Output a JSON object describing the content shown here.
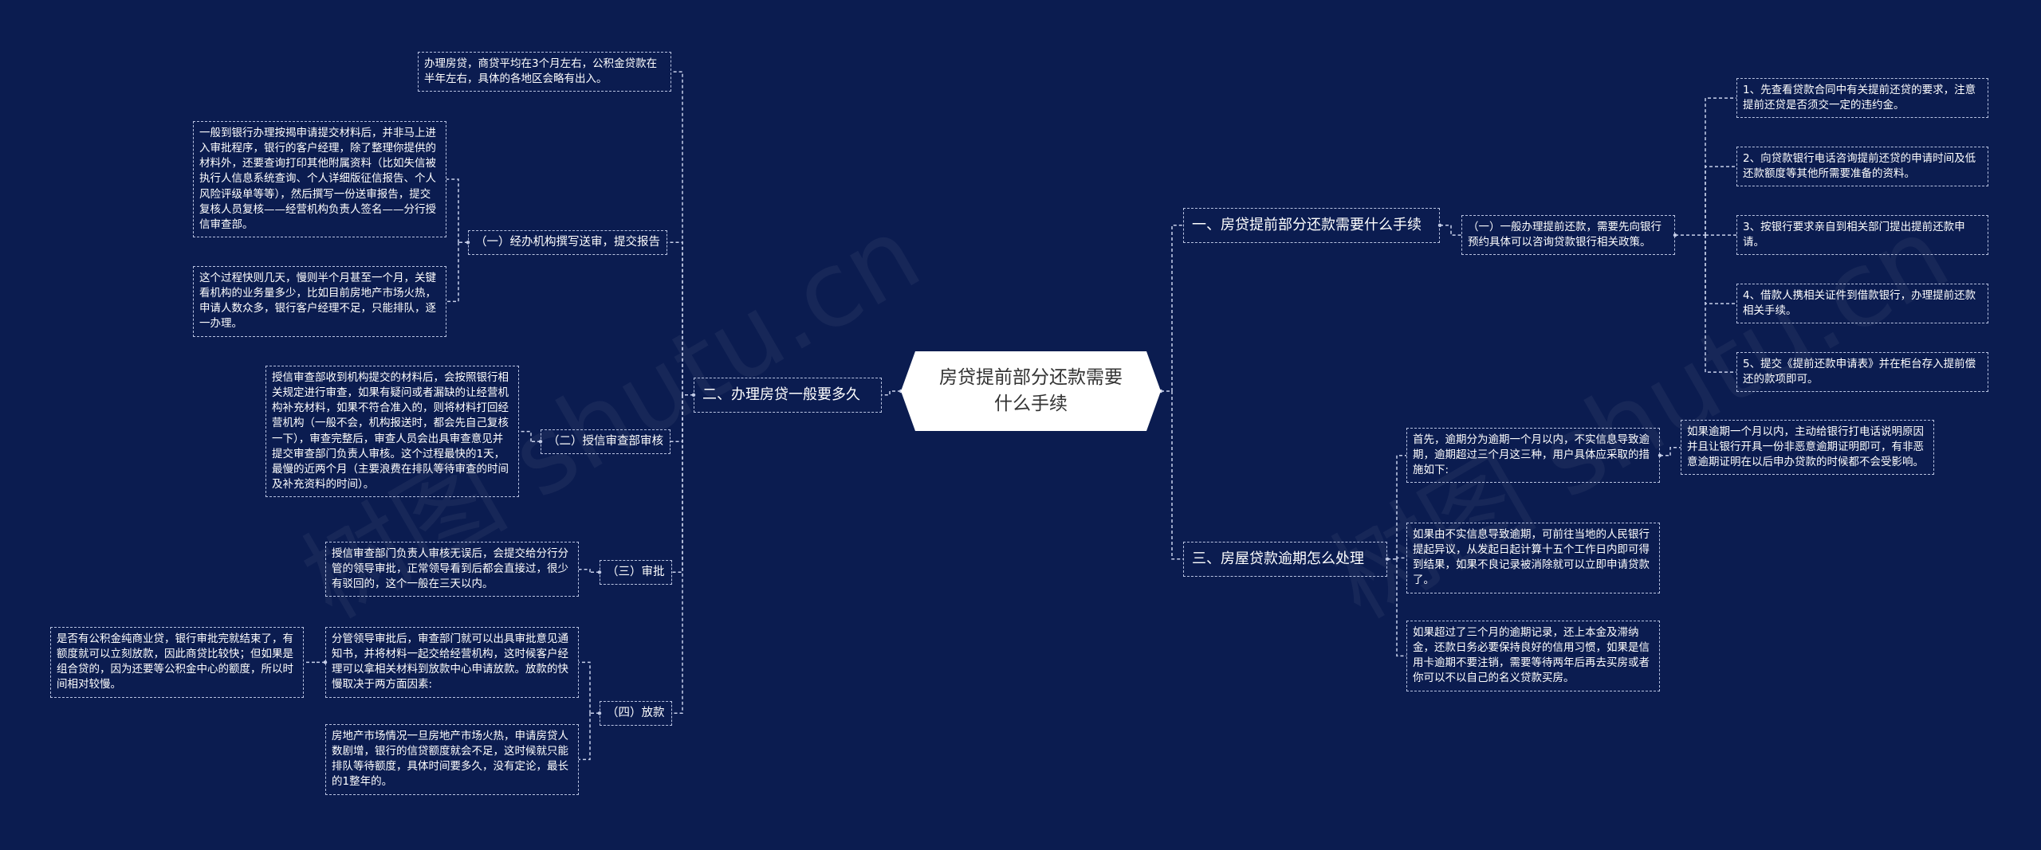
{
  "root": "房贷提前部分还款需要什么手续",
  "watermark": "树图 shutu.cn",
  "b1": {
    "title": "一、房贷提前部分还款需要什么手续",
    "child": "（一）一般办理提前还款，需要先向银行预约具体可以咨询贷款银行相关政策。",
    "steps": [
      "1、先查看贷款合同中有关提前还贷的要求，注意提前还贷是否须交一定的违约金。",
      "2、向贷款银行电话咨询提前还贷的申请时间及低还款额度等其他所需要准备的资料。",
      "3、按银行要求亲自到相关部门提出提前还款申请。",
      "4、借款人携相关证件到借款银行，办理提前还款相关手续。",
      "5、提交《提前还款申请表》并在柜台存入提前偿还的款项即可。"
    ]
  },
  "b2": {
    "title": "二、办理房贷一般要多久",
    "intro": "办理房贷，商贷平均在3个月左右，公积金贷款在半年左右，具体的各地区会略有出入。",
    "s1": {
      "label": "（一）经办机构撰写送审，提交报告",
      "t1": "一般到银行办理按揭申请提交材料后，并非马上进入审批程序，银行的客户经理，除了整理你提供的材料外，还要查询打印其他附属资料（比如失信被执行人信息系统查询、个人详细版征信报告、个人风险评级单等等），然后撰写一份送审报告，提交复核人员复核——经营机构负责人签名——分行授信审查部。",
      "t2": "这个过程快则几天，慢则半个月甚至一个月，关键看机构的业务量多少，比如目前房地产市场火热，申请人数众多，银行客户经理不足，只能排队，逐一办理。"
    },
    "s2": {
      "label": "（二）授信审查部审核",
      "t1": "授信审查部收到机构提交的材料后，会按照银行相关规定进行审查，如果有疑问或者漏缺的让经营机构补充材料，如果不符合准入的，则将材料打回经营机构（一般不会，机构报送时，都会先自己复核一下），审查完整后，审查人员会出具审查意见并提交审查部门负责人审核。这个过程最快的1天，最慢的近两个月（主要浪费在排队等待审查的时间及补充资料的时间）。"
    },
    "s3": {
      "label": "（三）审批",
      "t1": "授信审查部门负责人审核无误后，会提交给分行分管的领导审批，正常领导看到后都会直接过，很少有驳回的，这个一般在三天以内。"
    },
    "s4": {
      "label": "（四）放款",
      "t1": "分管领导审批后，审查部门就可以出具审批意见通知书，并将材料一起交给经营机构，这时候客户经理可以拿相关材料到放款中心申请放款。放款的快慢取决于两方面因素:",
      "t1child": "是否有公积金纯商业贷，银行审批完就结束了，有额度就可以立刻放款，因此商贷比较快；但如果是组合贷的，因为还要等公积金中心的额度，所以时间相对较慢。",
      "t2": "房地产市场情况一旦房地产市场火热，申请房贷人数剧增，银行的信贷额度就会不足，这时候就只能排队等待额度，具体时间要多久，没有定论，最长的1整年的。"
    }
  },
  "b3": {
    "title": "三、房屋贷款逾期怎么处理",
    "c1": "首先，逾期分为逾期一个月以内，不实信息导致逾期，逾期超过三个月这三种，用户具体应采取的措施如下:",
    "c1child": "如果逾期一个月以内，主动给银行打电话说明原因并且让银行开具一份非恶意逾期证明即可，有非恶意逾期证明在以后申办贷款的时候都不会受影响。",
    "c2": "如果由不实信息导致逾期，可前往当地的人民银行提起异议，从发起日起计算十五个工作日内即可得到结果，如果不良记录被消除就可以立即申请贷款了。",
    "c3": "如果超过了三个月的逾期记录，还上本金及滞纳金，还款日务必要保持良好的信用习惯，如果是信用卡逾期不要注销，需要等待两年后再去买房或者你可以不以自己的名义贷款买房。"
  }
}
